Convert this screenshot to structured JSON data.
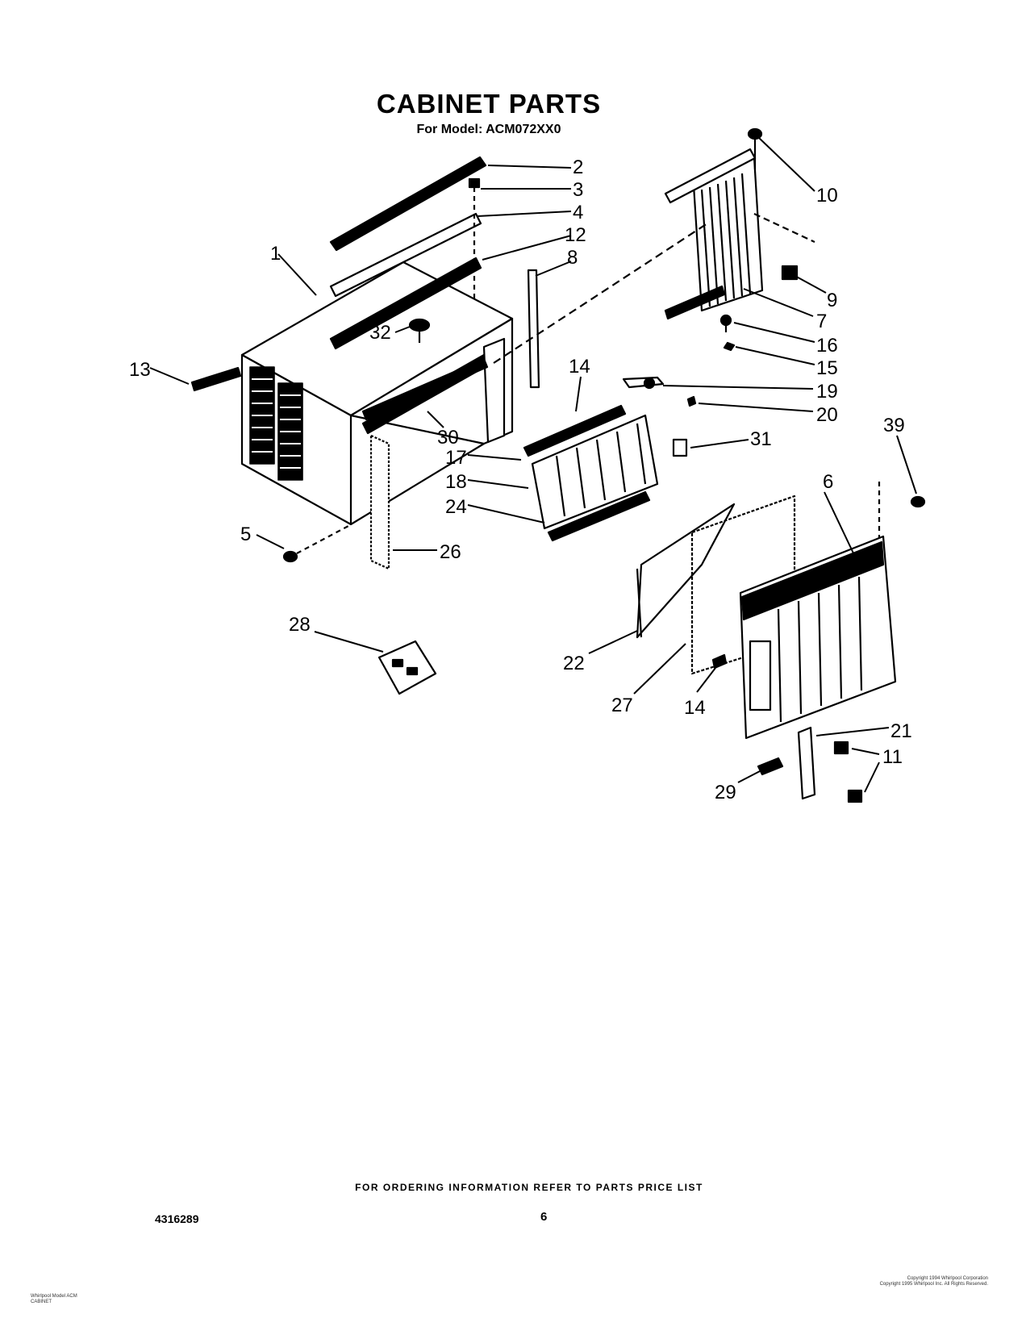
{
  "header": {
    "title": "CABINET PARTS",
    "subtitle": "For Model: ACM072XX0"
  },
  "callouts": [
    {
      "label": "1"
    },
    {
      "label": "2"
    },
    {
      "label": "3"
    },
    {
      "label": "4"
    },
    {
      "label": "12"
    },
    {
      "label": "8"
    },
    {
      "label": "10"
    },
    {
      "label": "9"
    },
    {
      "label": "7"
    },
    {
      "label": "16"
    },
    {
      "label": "15"
    },
    {
      "label": "19"
    },
    {
      "label": "20"
    },
    {
      "label": "31"
    },
    {
      "label": "39"
    },
    {
      "label": "13"
    },
    {
      "label": "32"
    },
    {
      "label": "14"
    },
    {
      "label": "30"
    },
    {
      "label": "17"
    },
    {
      "label": "18"
    },
    {
      "label": "24"
    },
    {
      "label": "5"
    },
    {
      "label": "26"
    },
    {
      "label": "6"
    },
    {
      "label": "28"
    },
    {
      "label": "22"
    },
    {
      "label": "27"
    },
    {
      "label": "14"
    },
    {
      "label": "21"
    },
    {
      "label": "11"
    },
    {
      "label": "29"
    }
  ],
  "footer": {
    "ordering_note": "FOR ORDERING INFORMATION REFER TO PARTS PRICE LIST",
    "doc_number": "4316289",
    "page_number": "6",
    "left_note": [
      "Whirlpool Model ACM",
      "CABINET"
    ],
    "copyright": [
      "Copyright 1994 Whirlpool Corporation",
      "Copyright 1995 Whirlpool Inc. All Rights Reserved."
    ]
  }
}
